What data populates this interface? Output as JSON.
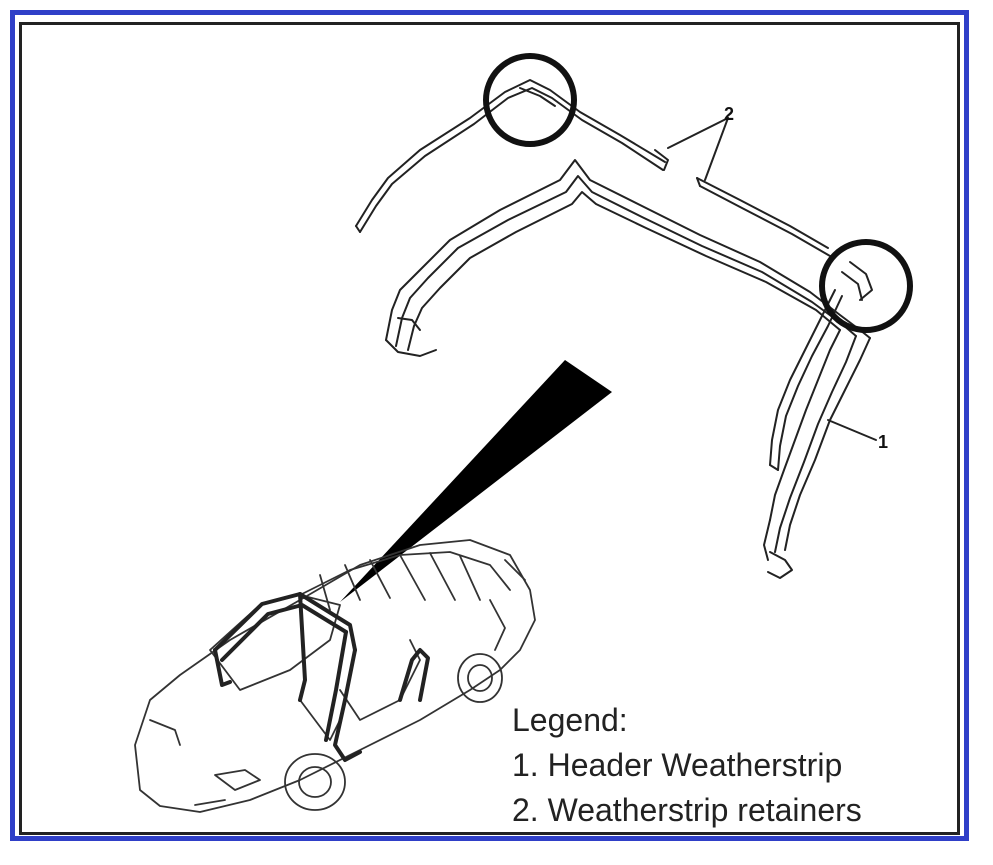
{
  "callouts": [
    {
      "id": "2",
      "text": "2"
    },
    {
      "id": "1",
      "text": "1"
    }
  ],
  "legend": {
    "title": "Legend:",
    "items": [
      "1. Header Weatherstrip",
      "2. Weatherstrip retainers"
    ]
  },
  "colors": {
    "border": "#2f3fc8",
    "ink": "#222222"
  }
}
